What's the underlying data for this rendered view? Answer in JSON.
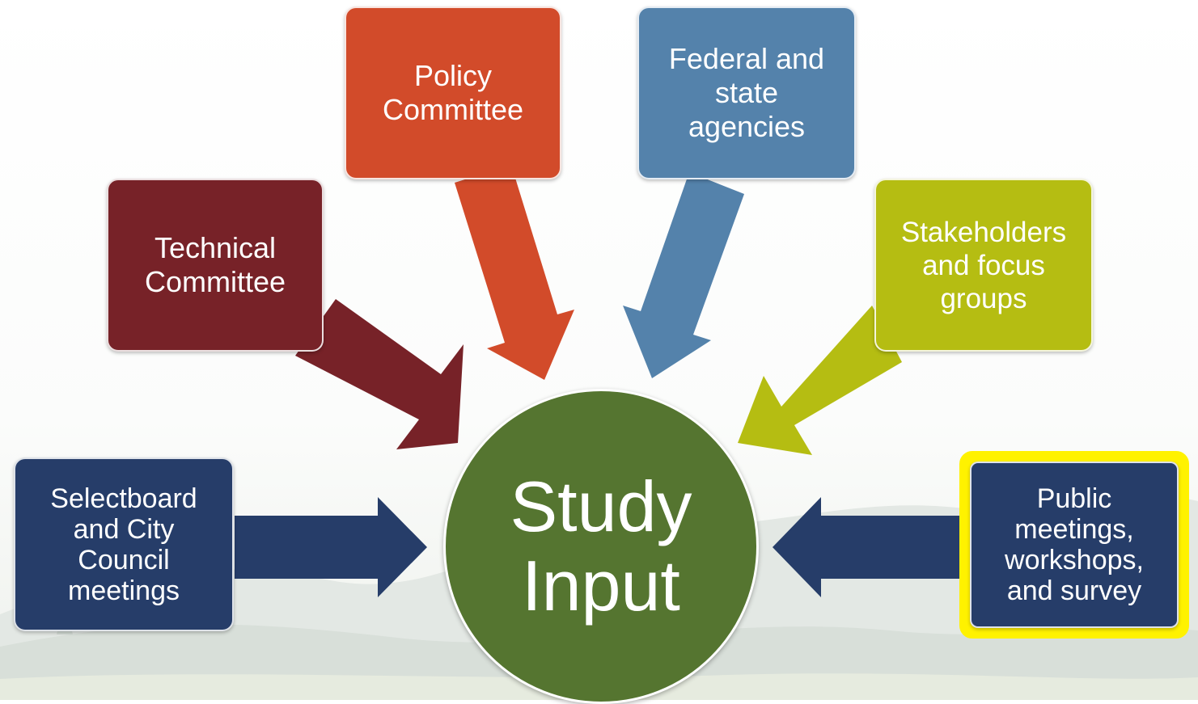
{
  "center": {
    "label": "Study\nInput",
    "color": "#557530"
  },
  "inputs": [
    {
      "id": "technical",
      "label": "Technical\nCommittee",
      "color": "#772228"
    },
    {
      "id": "policy",
      "label": "Policy\nCommittee",
      "color": "#d24b2a"
    },
    {
      "id": "federal",
      "label": "Federal and\nstate\nagencies",
      "color": "#5482ab"
    },
    {
      "id": "stakeholders",
      "label": "Stakeholders\nand focus\ngroups",
      "color": "#b5bd12"
    },
    {
      "id": "selectboard",
      "label": "Selectboard\nand City\nCouncil\nmeetings",
      "color": "#263d69"
    },
    {
      "id": "public",
      "label": "Public\nmeetings,\nworkshops,\nand survey",
      "color": "#263d69",
      "highlight": "#fff200"
    }
  ]
}
